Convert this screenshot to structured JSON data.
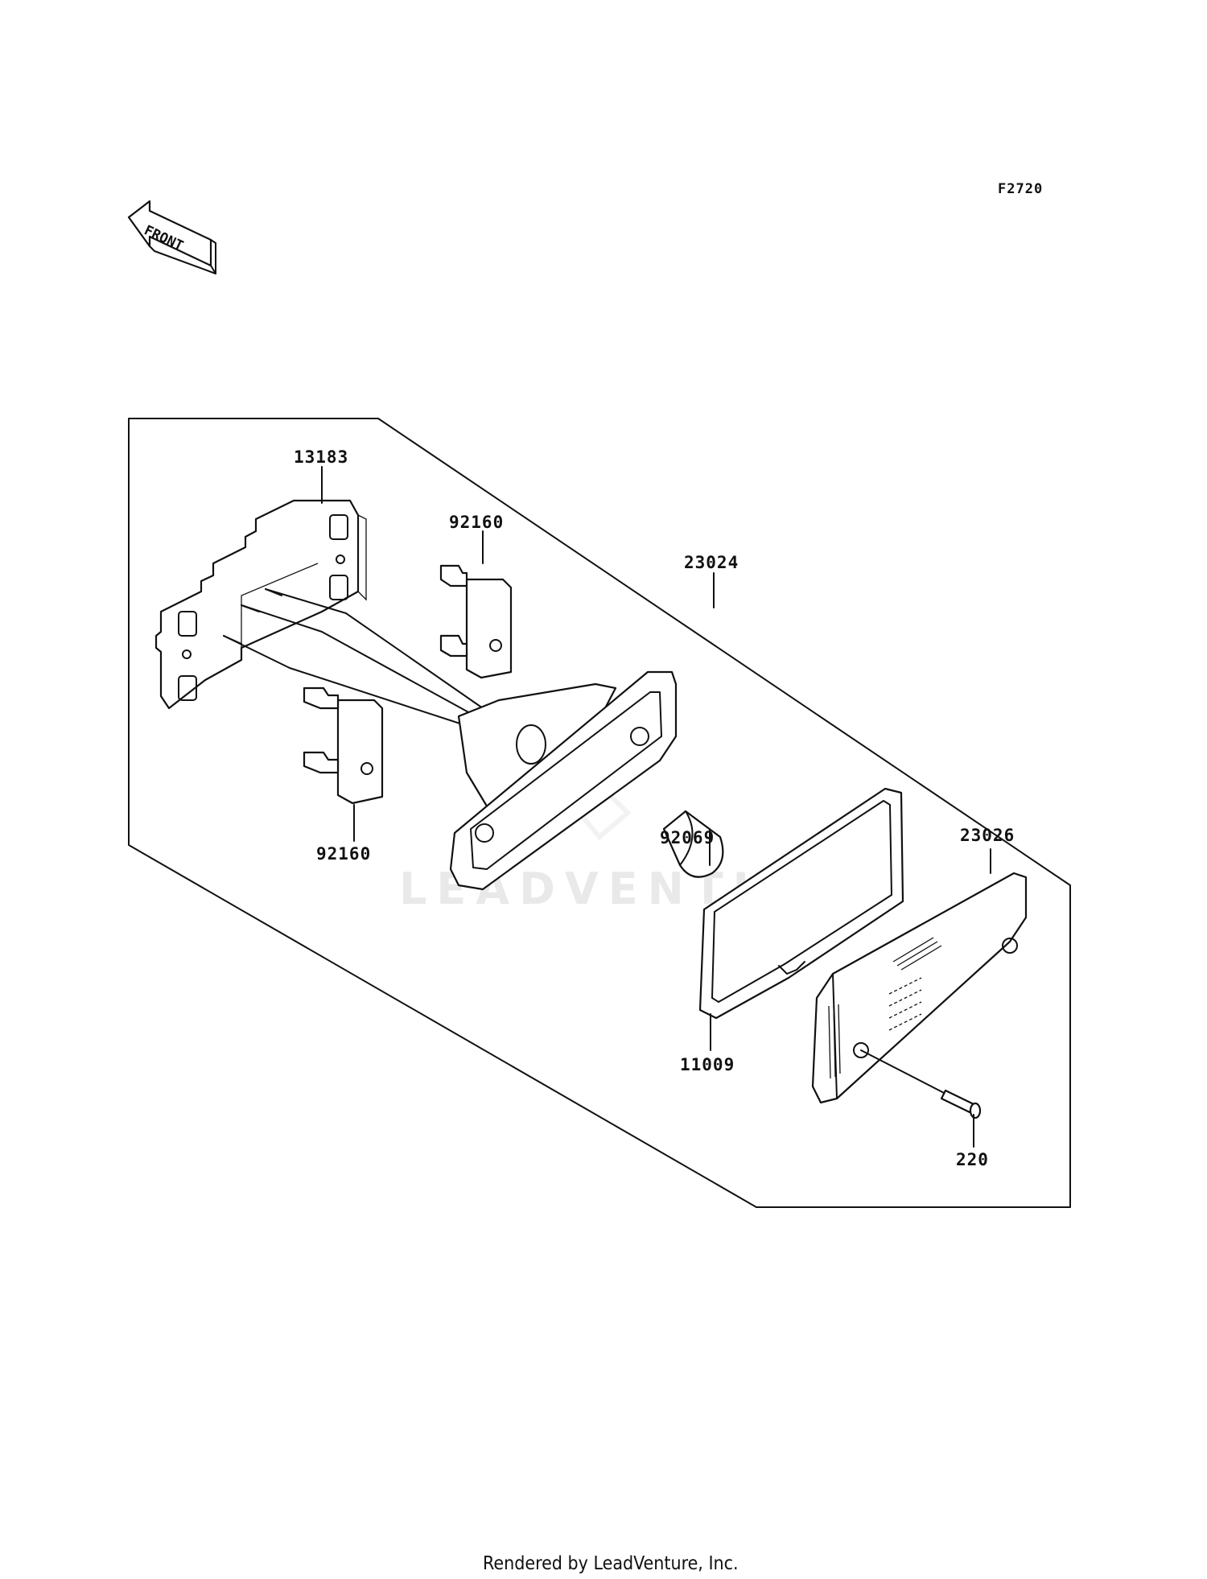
{
  "diagram": {
    "code": "F2720",
    "front_label": "FRONT",
    "watermark": "LEADVENTURE",
    "footer": "Rendered by LeadVenture, Inc.",
    "callouts": {
      "bracket": "13183",
      "socket_upper": "92160",
      "socket_lower": "92160",
      "assembly": "23024",
      "bulb": "92069",
      "gasket": "11009",
      "lens": "23026",
      "screw": "220"
    }
  }
}
